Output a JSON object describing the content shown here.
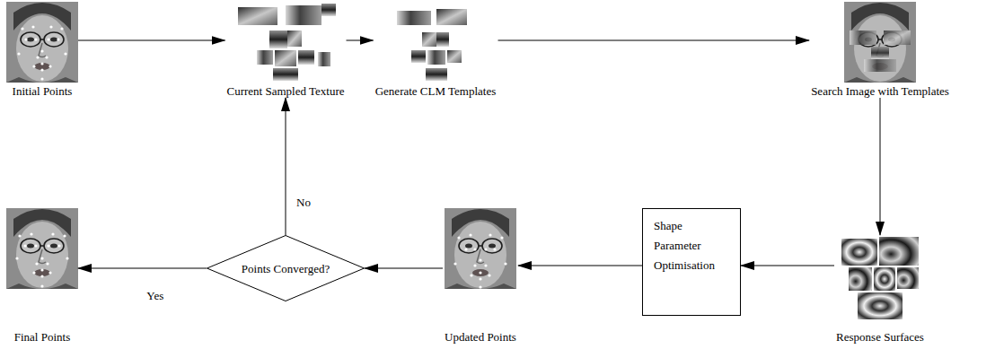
{
  "diagram": {
    "nodes": [
      {
        "text": [
          "Initial Points"
        ]
      },
      {
        "text": [
          "Current Sampled Texture"
        ]
      },
      {
        "text": [
          "Generate CLM Templates"
        ]
      },
      {
        "text": [
          "Search Image with Templates"
        ]
      },
      {
        "text": [
          "Response Surfaces"
        ]
      },
      {
        "text": [
          "Shape Parameter Optimisation"
        ]
      },
      {
        "text": [
          "Updated Points"
        ]
      },
      {
        "text": [
          "Points Converged?"
        ]
      },
      {
        "text": [
          "Final Points"
        ]
      }
    ],
    "edges": [
      {
        "from": 0,
        "to": 1,
        "arrow": "to"
      },
      {
        "from": 1,
        "to": 2,
        "arrow": "to"
      },
      {
        "from": 2,
        "to": 3,
        "arrow": "to"
      },
      {
        "from": 3,
        "to": 4,
        "arrow": "to"
      },
      {
        "from": 4,
        "to": 5,
        "arrow": "to"
      },
      {
        "from": 5,
        "to": 6,
        "arrow": "to"
      },
      {
        "from": 6,
        "to": 7,
        "arrow": "to"
      },
      {
        "from": 7,
        "to": 1,
        "label": "No",
        "arrow": "to"
      },
      {
        "from": 7,
        "to": 8,
        "label": "Yes",
        "arrow": "to"
      }
    ]
  }
}
